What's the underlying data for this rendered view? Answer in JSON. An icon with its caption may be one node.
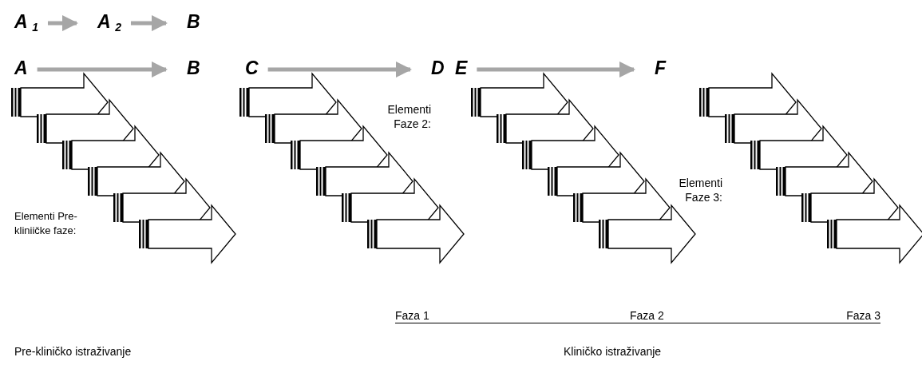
{
  "diagram": {
    "nodes": [
      {
        "text": [
          "A $_{1}$"
        ]
      },
      {
        "text": [
          "A $_{2}$"
        ]
      },
      {
        "text": [
          "B"
        ]
      },
      {
        "text": [
          "A"
        ]
      },
      {
        "text": [
          "B"
        ]
      },
      {
        "text": [
          "C"
        ]
      },
      {
        "text": [
          "D"
        ]
      },
      {
        "text": [
          "E"
        ]
      },
      {
        "text": [
          "F"
        ]
      }
    ],
    "edges": [
      {
        "from": 0,
        "to": 1,
        "arrow": "to"
      },
      {
        "from": 1,
        "to": 2,
        "arrow": "to"
      },
      {
        "from": 3,
        "to": 4,
        "arrow": "to"
      },
      {
        "from": 5,
        "to": 6,
        "arrow": "to"
      },
      {
        "from": 7,
        "to": 8,
        "arrow": "to"
      }
    ],
    "labels": [
      "Elementi Pre-kliniičke faze:",
      "Elementi Faze 2:",
      "Elementi Faze 3:",
      "Faza 1",
      "Faza 2",
      "Faza 3",
      "Pre-kliničko istraživanje",
      "Kliničko istraživanje"
    ]
  }
}
